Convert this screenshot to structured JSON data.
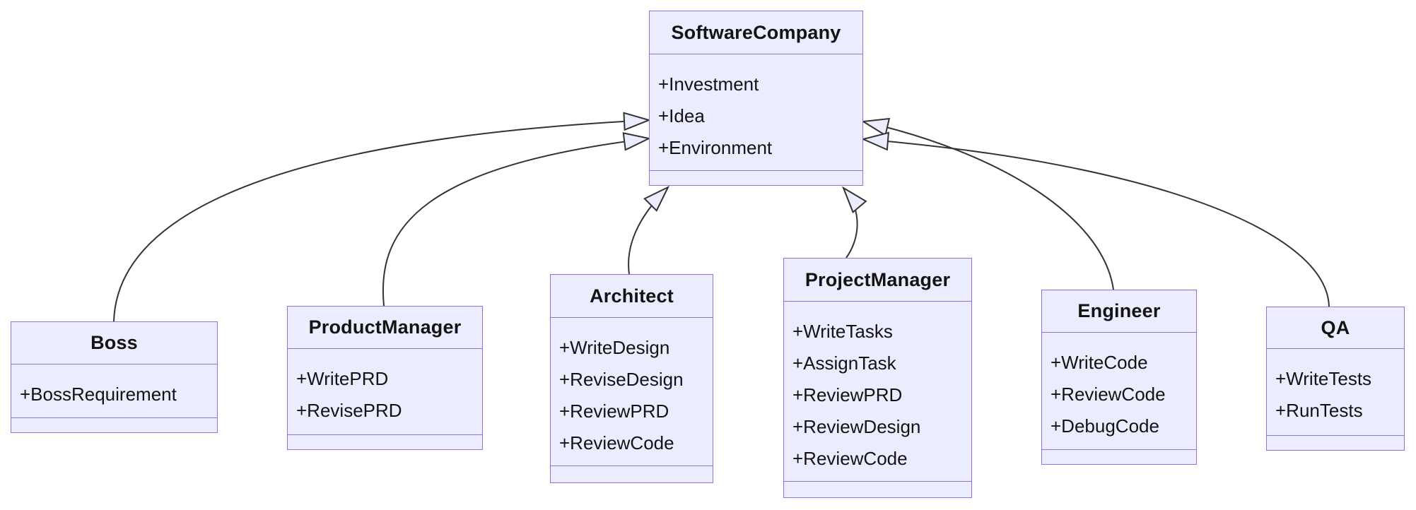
{
  "diagram": {
    "kind": "uml-class-diagram",
    "classes": [
      {
        "name": "SoftwareCompany",
        "attributes": [
          "+Investment",
          "+Idea",
          "+Environment"
        ],
        "methods": []
      },
      {
        "name": "Boss",
        "attributes": [
          "+BossRequirement"
        ],
        "methods": []
      },
      {
        "name": "ProductManager",
        "attributes": [
          "+WritePRD",
          "+RevisePRD"
        ],
        "methods": []
      },
      {
        "name": "Architect",
        "attributes": [
          "+WriteDesign",
          "+ReviseDesign",
          "+ReviewPRD",
          "+ReviewCode"
        ],
        "methods": []
      },
      {
        "name": "ProjectManager",
        "attributes": [
          "+WriteTasks",
          "+AssignTask",
          "+ReviewPRD",
          "+ReviewDesign",
          "+ReviewCode"
        ],
        "methods": []
      },
      {
        "name": "Engineer",
        "attributes": [
          "+WriteCode",
          "+ReviewCode",
          "+DebugCode"
        ],
        "methods": []
      },
      {
        "name": "QA",
        "attributes": [
          "+WriteTests",
          "+RunTests"
        ],
        "methods": []
      }
    ],
    "relations": [
      {
        "from": "Boss",
        "to": "SoftwareCompany",
        "type": "inheritance"
      },
      {
        "from": "ProductManager",
        "to": "SoftwareCompany",
        "type": "inheritance"
      },
      {
        "from": "Architect",
        "to": "SoftwareCompany",
        "type": "inheritance"
      },
      {
        "from": "ProjectManager",
        "to": "SoftwareCompany",
        "type": "inheritance"
      },
      {
        "from": "Engineer",
        "to": "SoftwareCompany",
        "type": "inheritance"
      },
      {
        "from": "QA",
        "to": "SoftwareCompany",
        "type": "inheritance"
      }
    ],
    "colors": {
      "node_fill": "#ECECFF",
      "node_border": "#9370DB",
      "edge": "#333333",
      "text": "#131313",
      "background": "#FFFFFF"
    }
  }
}
